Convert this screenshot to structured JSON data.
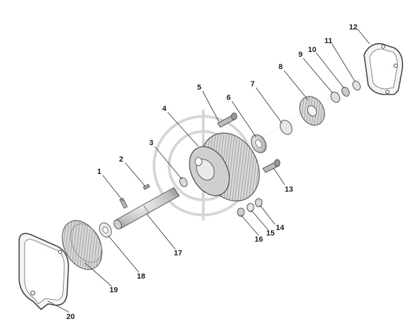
{
  "diagram": {
    "parts": [
      {
        "id": "1",
        "label": "1"
      },
      {
        "id": "2",
        "label": "2"
      },
      {
        "id": "3",
        "label": "3"
      },
      {
        "id": "4",
        "label": "4"
      },
      {
        "id": "5",
        "label": "5"
      },
      {
        "id": "6",
        "label": "6"
      },
      {
        "id": "7",
        "label": "7"
      },
      {
        "id": "8",
        "label": "8"
      },
      {
        "id": "9",
        "label": "9"
      },
      {
        "id": "10",
        "label": "10"
      },
      {
        "id": "11",
        "label": "11"
      },
      {
        "id": "12",
        "label": "12"
      },
      {
        "id": "13",
        "label": "13"
      },
      {
        "id": "14",
        "label": "14"
      },
      {
        "id": "15",
        "label": "15"
      },
      {
        "id": "16",
        "label": "16"
      },
      {
        "id": "17",
        "label": "17"
      },
      {
        "id": "18",
        "label": "18"
      },
      {
        "id": "19",
        "label": "19"
      },
      {
        "id": "20",
        "label": "20"
      }
    ]
  }
}
